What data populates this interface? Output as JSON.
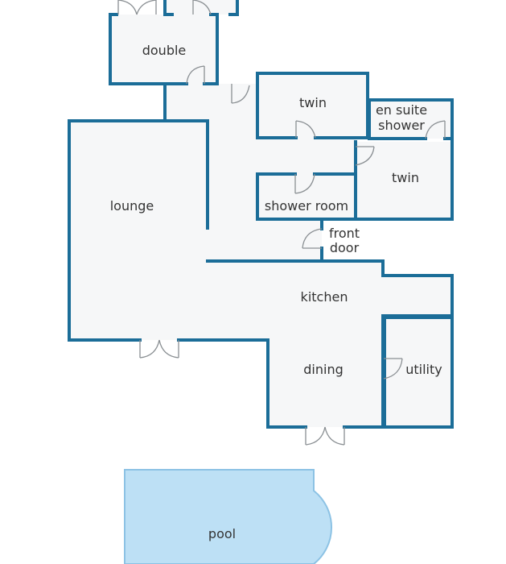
{
  "rooms": {
    "double": "double",
    "twin_top": "twin",
    "en_suite_line1": "en suite",
    "en_suite_line2": "shower",
    "twin_right": "twin",
    "lounge": "lounge",
    "shower_room": "shower room",
    "front_door_line1": "front",
    "front_door_line2": "door",
    "kitchen": "kitchen",
    "dining": "dining",
    "utility": "utility",
    "pool": "pool"
  },
  "colors": {
    "wall": "#1b6d98",
    "floor": "#f6f7f8",
    "pool": "#bde0f5"
  }
}
